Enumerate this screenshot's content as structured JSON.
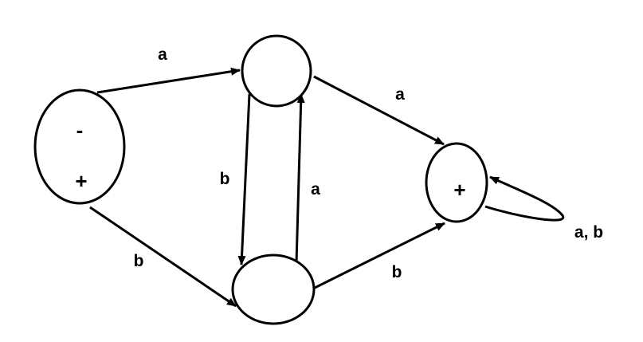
{
  "colors": {
    "stroke": "#000000",
    "background": "#ffffff"
  },
  "states": {
    "start": {
      "minus_mark": "-",
      "plus_mark": "+"
    },
    "top": {},
    "bottom": {},
    "final": {
      "plus_mark": "+"
    }
  },
  "edges": {
    "start_to_top": "a",
    "start_to_bottom": "b",
    "top_to_bottom": "b",
    "bottom_to_top": "a",
    "top_to_final": "a",
    "bottom_to_final": "b",
    "final_loop": "a, b"
  }
}
